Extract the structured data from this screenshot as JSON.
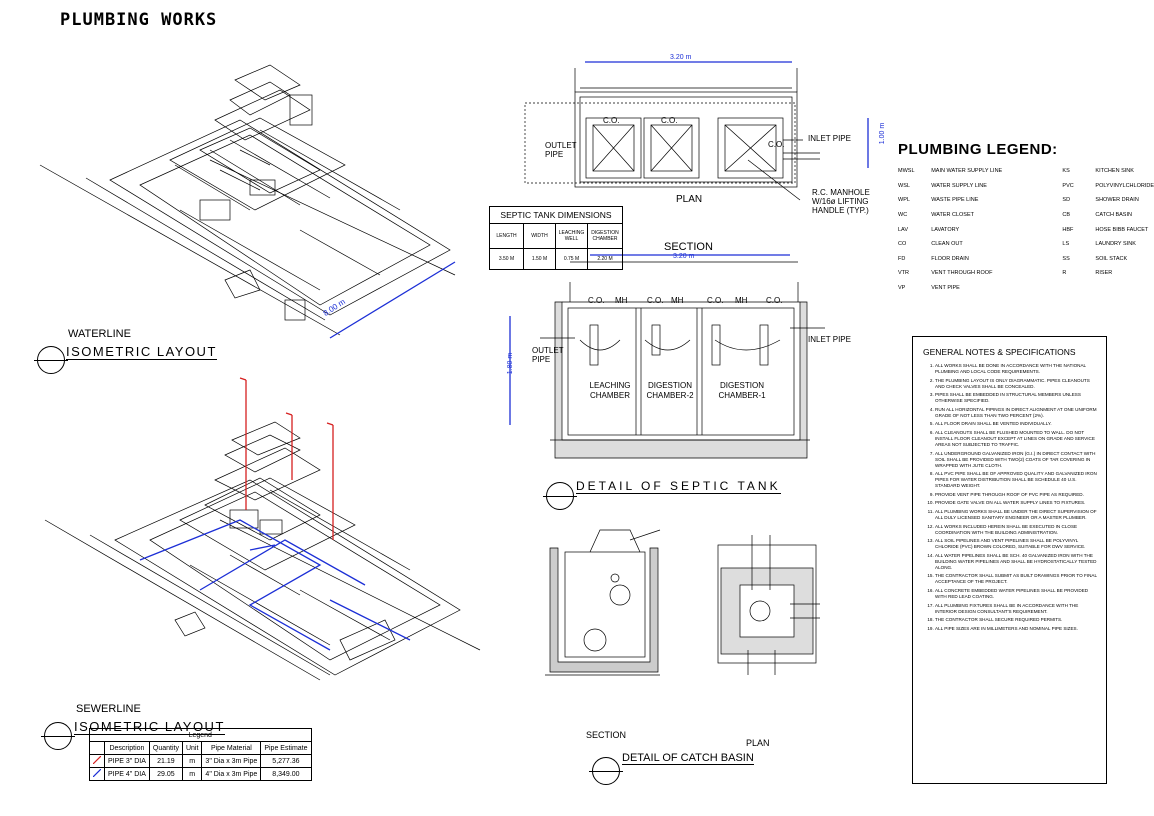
{
  "page_title": "PLUMBING WORKS",
  "waterline": {
    "title_top": "WATERLINE",
    "title_main": "ISOMETRIC LAYOUT",
    "dimension": "8.00 m"
  },
  "sewerline": {
    "title_top": "SEWERLINE",
    "title_main": "ISOMETRIC LAYOUT"
  },
  "septic_plan": {
    "dimension_width": "3.20 m",
    "dimension_height": "1.00 m",
    "co_label": "C.O.",
    "outlet_pipe": "OUTLET PIPE",
    "inlet_pipe": "INLET PIPE",
    "manhole_note": "R.C. MANHOLE W/16ø LIFTING HANDLE (TYP.)",
    "plan_label": "PLAN"
  },
  "septic_dimensions": {
    "title": "SEPTIC TANK DIMENSIONS",
    "headers": [
      "LENGTH",
      "WIDTH",
      "LEACHING WELL",
      "DIGESTION CHAMBER"
    ],
    "values": [
      "3.50 M",
      "1.50 M",
      "0.75 M",
      "2.20 M"
    ]
  },
  "septic_section": {
    "section_label": "SECTION",
    "dimension_width": "3.20 m",
    "dimension_height": "1.80 m",
    "co_mh": [
      "C.O.",
      "MH",
      "C.O.",
      "MH",
      "C.O.",
      "MH",
      "C.O."
    ],
    "outlet_pipe": "OUTLET PIPE",
    "inlet_pipe": "INLET PIPE",
    "chambers": [
      "LEACHING CHAMBER",
      "DIGESTION CHAMBER-2",
      "DIGESTION CHAMBER-1"
    ],
    "detail_title": "DETAIL OF SEPTIC TANK"
  },
  "catch_basin": {
    "section_label": "SECTION",
    "plan_label": "PLAN",
    "detail_title": "DETAIL OF CATCH BASIN"
  },
  "legend": {
    "title": "PLUMBING LEGEND:",
    "left": [
      {
        "code": "MWSL",
        "desc": "MAIN WATER SUPPLY LINE"
      },
      {
        "code": "WSL",
        "desc": "WATER SUPPLY LINE"
      },
      {
        "code": "WPL",
        "desc": "WASTE PIPE LINE"
      },
      {
        "code": "WC",
        "desc": "WATER CLOSET"
      },
      {
        "code": "LAV",
        "desc": "LAVATORY"
      },
      {
        "code": "CO",
        "desc": "CLEAN OUT"
      },
      {
        "code": "FD",
        "desc": "FLOOR DRAIN"
      },
      {
        "code": "VTR",
        "desc": "VENT THROUGH ROOF"
      },
      {
        "code": "VP",
        "desc": "VENT PIPE"
      }
    ],
    "right": [
      {
        "code": "KS",
        "desc": "KITCHEN SINK"
      },
      {
        "code": "PVC",
        "desc": "POLYVINYLCHLORIDE"
      },
      {
        "code": "SD",
        "desc": "SHOWER DRAIN"
      },
      {
        "code": "CB",
        "desc": "CATCH BASIN"
      },
      {
        "code": "HBF",
        "desc": "HOSE BIBB FAUCET"
      },
      {
        "code": "LS",
        "desc": "LAUNDRY SINK"
      },
      {
        "code": "SS",
        "desc": "SOIL STACK"
      },
      {
        "code": "R",
        "desc": "RISER"
      }
    ]
  },
  "general_notes": {
    "title": "GENERAL NOTES & SPECIFICATIONS",
    "items": [
      "ALL WORKS SHALL BE DONE IN ACCORDANCE WITH THE NATIONAL PLUMBING AND LOCAL CODE REQUIREMENTS.",
      "THE PLUMBING LAYOUT IS ONLY DIAGRAMMATIC. PIPES CLEANOUTS AND CHECK VALVES SHALL BE CONCEALED.",
      "PIPES SHALL BE EMBEDDED IN STRUCTURAL MEMBERS UNLESS OTHERWISE SPECIFIED.",
      "RUN ALL HORIZONTAL PIPINGS IN DIRECT ALIGNMENT AT ONE UNIFORM GRADE OF NOT LESS THAN TWO PERCENT (2%).",
      "ALL FLOOR DRAIN SHALL BE VENTED INDIVIDUALLY.",
      "ALL CLEANOUTS SHALL BE FLUSHED MOUNTED TO WALL. DO NOT INSTALL FLOOR CLEANOUT EXCEPT AT LINES ON GRADE AND SERVICE AREAS NOT SUBJECTED TO TRAFFIC.",
      "ALL UNDERGROUND GALVANIZED IRON (G.I.) IN DIRECT CONTACT WITH SOIL SHALL BE PROVIDED WITH TWO(2) COATS OF TAR COVERING IN WRAPPED WITH JUTE CLOTH.",
      "ALL PVC PIPE SHALL BE OF APPROVED QUALITY AND GALVANIZED IRON PIPES FOR WATER DISTRIBUTION SHALL BE SCHEDULE 40 U.S. STANDARD WEIGHT.",
      "PROVIDE VENT PIPE THROUGH ROOF OF PVC PIPE AS REQUIRED.",
      "PROVIDE GATE VALVE ON ALL WATER SUPPLY LINES TO FIXTURES.",
      "ALL PLUMBING WORKS SHALL BE UNDER THE DIRECT SUPERVISION OF ALL DULY LICENSED SANITARY ENGINEER OR A MASTER PLUMBER.",
      "ALL WORKS INCLUDED HEREIN SHALL BE EXECUTED IN CLOSE COORDINATION WITH THE BUILDING ADMINISTRATION.",
      "ALL SOIL PIPELINES AND VENT PIPELINES SHALL BE POLYVINYL CHLORIDE (PVC) BROWN COLORED, SUITABLE FOR DWV SERVICE.",
      "ALL WATER PIPELINES SHALL BE SCH. 40 GALVANIZED IRON WITH THE BUILDING WATER PIPELINES AND SHALL BE HYDROSTATICALLY TESTED ALONG.",
      "THE CONTRACTOR SHALL SUBMIT AS BUILT DRAWINGS PRIOR TO FINAL ACCEPTANCE OF THE PROJECT.",
      "ALL CONCRETE EMBEDDED WATER PIPELINES SHALL BE PROVIDED WITH RED LEAD COATING.",
      "ALL PLUMBING FIXTURES SHALL BE IN ACCORDANCE WITH THE INTERIOR DESIGN CONSULTANT'S REQUIREMENT.",
      "THE CONTRACTOR SHALL SECURE REQUIRED PERMITS.",
      "ALL PIPE SIZES ARE IN MILLIMETERS AND NOMINAL PIPE SIZES."
    ]
  },
  "pipe_legend": {
    "title": "Legend",
    "headers": [
      "Description",
      "Quantity",
      "Unit",
      "Pipe Material",
      "Pipe Estimate"
    ],
    "rows": [
      {
        "color": "#d62020",
        "description": "PIPE 3\" DIA",
        "quantity": "21.19",
        "unit": "m",
        "material": "3\" Dia x 3m Pipe",
        "estimate": "5,277.36"
      },
      {
        "color": "#1c2fd6",
        "description": "PIPE 4\" DIA",
        "quantity": "29.05",
        "unit": "m",
        "material": "4\" Dia x 3m Pipe",
        "estimate": "8,349.00"
      }
    ]
  },
  "colors": {
    "water_pipe": "#1c2fd6",
    "sewer_pipe": "#d62020"
  }
}
